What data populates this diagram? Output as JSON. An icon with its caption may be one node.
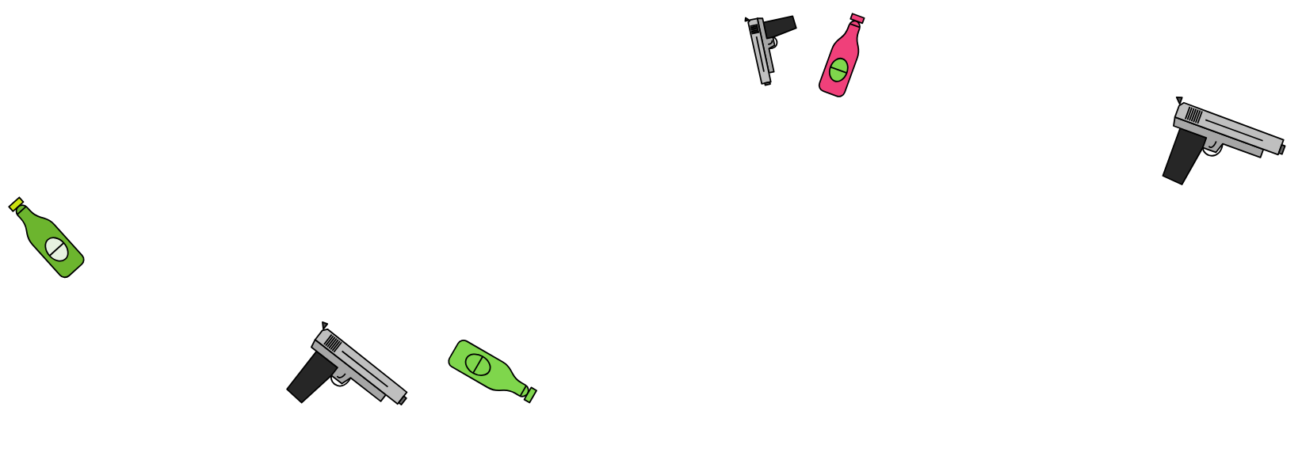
{
  "diagram": {
    "nodes": [
      {
        "text": [],
        "shape": "picture"
      },
      {
        "text": [],
        "shape": "picture"
      },
      {
        "text": [],
        "shape": "picture"
      },
      {
        "text": [],
        "shape": "picture"
      },
      {
        "text": [],
        "shape": "picture"
      },
      {
        "text": [],
        "shape": "picture"
      }
    ]
  }
}
